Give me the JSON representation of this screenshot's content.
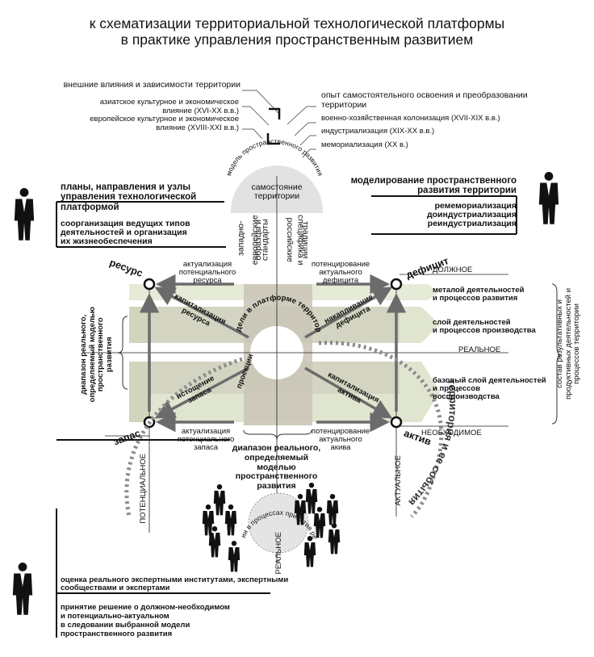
{
  "title": {
    "line1": "к схематизации территориальной технологической платформы",
    "line2": "в практике управления пространственным развитием"
  },
  "influences": {
    "external": "внешние влияния и зависимости территории",
    "asian": [
      "азиатское культурное и экономическое",
      "влияние (XVI-XX в.в.)"
    ],
    "european": [
      "европейское культурное и экономическое",
      "влияние (XVIII-XXI в.в.)"
    ]
  },
  "experience": {
    "main": [
      "опыт самостоятельного освоения и преобразовании",
      "территории"
    ],
    "items": [
      "военно-хозяйственная колонизация (XVII-XIX в.в.)",
      "индустриализация (XIX-XX в.в.)",
      "мемориализация (XX в.)"
    ]
  },
  "left_panel": {
    "plans": [
      "планы, направления и узлы",
      "управления технологической",
      "платформой"
    ],
    "coorganization": [
      "соорганизация ведущих типов",
      "деятельностей и организация",
      "их жизнеобеспечения"
    ]
  },
  "right_panel": {
    "modeling": [
      "моделирование пространственного",
      "развития территории"
    ],
    "items": [
      "ремемориализация",
      "доиндустриализация",
      "реиндустриализация"
    ]
  },
  "center_top": {
    "arc": "модель пространственного развития",
    "state": [
      "самостояние",
      "территории"
    ],
    "western": [
      "западно-",
      "европейские",
      "образцы и",
      "стандарты"
    ],
    "russian": [
      "российские",
      "специфика и",
      "традиции"
    ]
  },
  "corners": {
    "resource": "ресурс",
    "deficit": "дефицит",
    "reserve": "запас",
    "asset": "актив"
  },
  "arrows": {
    "actualization_resource": [
      "актуализация",
      "потенциального",
      "ресурса"
    ],
    "potentiation_deficit": [
      "потенцирование",
      "актуального",
      "дефицита"
    ],
    "actualization_reserve": [
      "актуализация",
      "потенциального",
      "запаса"
    ],
    "potentiation_asset": [
      "потенцирование",
      "актуального",
      "акива"
    ],
    "capitalization_resource": [
      "капитализация",
      "ресурса"
    ],
    "accumulation_deficit": [
      "накапливание",
      "дефицита"
    ],
    "depletion_reserve": [
      "истощение",
      "запаса"
    ],
    "capitalization_asset": [
      "капитализация",
      "актива"
    ]
  },
  "platform_arc": "модели в платформе территории",
  "projection_left": "проекции",
  "levels": {
    "due": "ДОЛЖНОЕ",
    "real": "РЕАЛЬНОЕ",
    "necessary": "НЕОБХОДИМОЕ",
    "potential": "ПОТЕНЦИАЛЬНОЕ",
    "actual": "АКТУАЛЬНОЕ",
    "real_vertical": "РЕАЛЬНОЕ"
  },
  "layers": {
    "metalayer": [
      "металой деятельностей",
      "и процессов развития"
    ],
    "production": [
      "слой деятельностей",
      "и процессов производства"
    ],
    "base": [
      "базовый слой деятельностей",
      "и процессов",
      "воспроизводства"
    ]
  },
  "composition": [
    "состав результативных и",
    "продуктивных деятельностей и",
    "процессов территории"
  ],
  "range_left": [
    "диапазон реального,",
    "определяемый моделью",
    "пространственного",
    "развития"
  ],
  "range_bottom": [
    "диапазон реального,",
    "определяемый моделью",
    "пространственного",
    "развития"
  ],
  "territory_arc": "территория и ее события",
  "decision_arc": "проекции в процессах принятия решения",
  "expert": [
    "оценка реального экспертными институтами, экспертными",
    "сообществами и экспертами"
  ],
  "decision": [
    "принятие решение о должном-необходимом",
    "и потенциально-актуальном",
    "в следовании выбранной модели",
    "пространственного развития"
  ],
  "colors": {
    "band": "#dfe5cf",
    "cross": "#cbc6b8",
    "arrow": "#6b6b6b",
    "dots": "#8c8c8c",
    "ink": "#111111"
  }
}
